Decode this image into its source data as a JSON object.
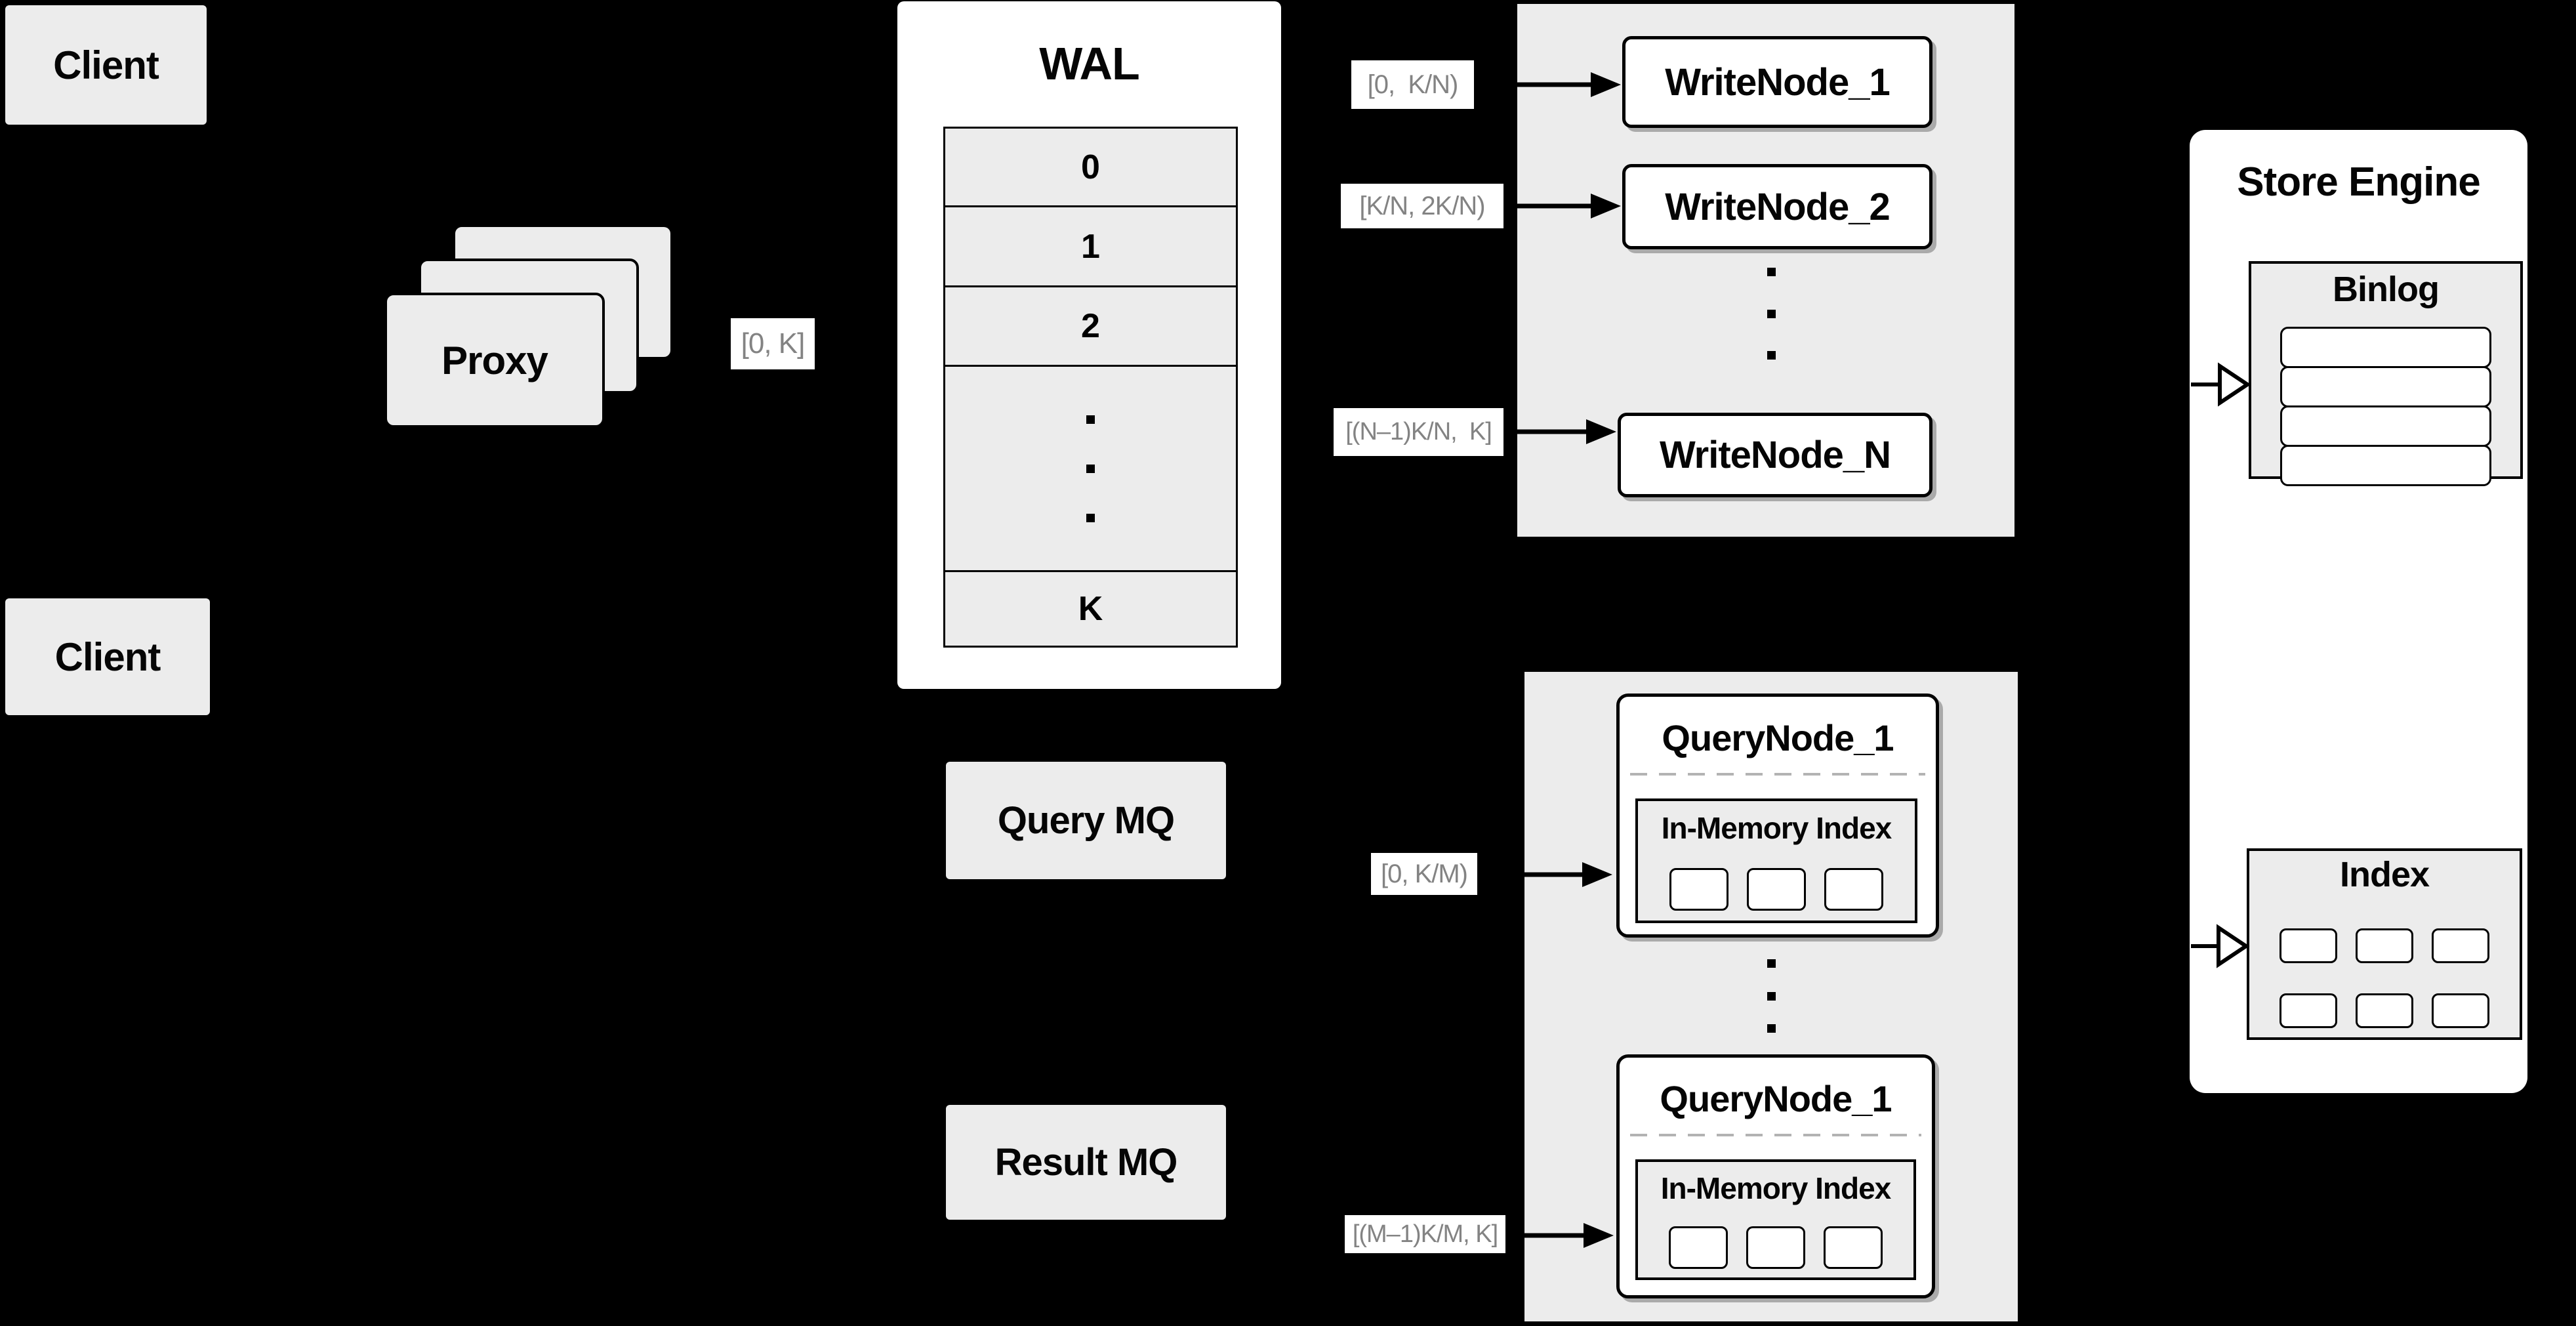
{
  "diagram": {
    "client_top": "Client",
    "client_bottom": "Client",
    "proxy_label": "Proxy",
    "wal": {
      "title": "WAL",
      "rows": [
        "0",
        "1",
        "2",
        "K"
      ]
    },
    "range_labels": {
      "proxy_wal": "[0, K]",
      "write_1": "[0,  K/N)",
      "write_2": "[K/N, 2K/N)",
      "write_n": "[(N–1)K/N,  K]",
      "query_1": "[0, K/M)",
      "query_m": "[(M–1)K/M, K]"
    },
    "write_nodes": [
      "WriteNode_1",
      "WriteNode_2",
      "WriteNode_N"
    ],
    "store_engine": {
      "title": "Store Engine",
      "binlog_title": "Binlog",
      "index_title": "Index"
    },
    "mq": {
      "query": "Query MQ",
      "result": "Result MQ"
    },
    "query_nodes": [
      {
        "title": "QueryNode_1",
        "in_memory": "In-Memory Index"
      },
      {
        "title": "QueryNode_1",
        "in_memory": "In-Memory Index"
      }
    ],
    "colors": {
      "background": "#000000",
      "box_fill": "#ececec",
      "node_fill": "#ffffff",
      "border": "#000000",
      "label_text": "#838383",
      "dash": "#b3b3b3"
    }
  }
}
